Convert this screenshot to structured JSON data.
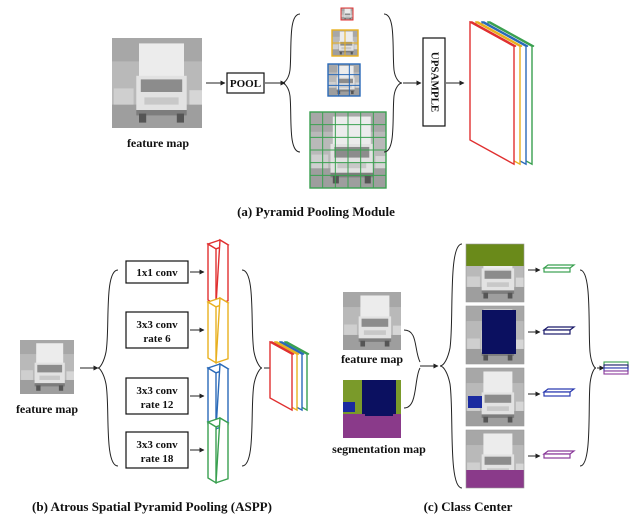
{
  "panel_a": {
    "feature_map_label": "feature map",
    "pool_label": "POOL",
    "upsample_label": "UPSAMPLE",
    "caption": "(a) Pyramid Pooling Module",
    "pool_bins": [
      {
        "grid": 1,
        "color": "#e03030"
      },
      {
        "grid": 2,
        "color": "#e8b020"
      },
      {
        "grid": 3,
        "color": "#2a6ab8"
      },
      {
        "grid": 6,
        "color": "#3aa050"
      }
    ]
  },
  "panel_b": {
    "feature_map_label": "feature map",
    "caption": "(b) Atrous Spatial Pyramid Pooling (ASPP)",
    "branches": [
      {
        "line1": "1x1 conv",
        "line2": "",
        "color": "#e03030"
      },
      {
        "line1": "3x3 conv",
        "line2": "rate 6",
        "color": "#e8b020"
      },
      {
        "line1": "3x3 conv",
        "line2": "rate 12",
        "color": "#2a6ab8"
      },
      {
        "line1": "3x3 conv",
        "line2": "rate 18",
        "color": "#3aa050"
      }
    ]
  },
  "panel_c": {
    "feature_map_label": "feature map",
    "segmentation_label": "segmentation map",
    "caption": "(c) Class Center",
    "class_colors": [
      "#6a8a1a",
      "#0b1060",
      "#1a2aa0",
      "#8a3a8a"
    ],
    "center_colors": [
      "#3aa050",
      "#1a1a6a",
      "#2a3ab0",
      "#8a3a9a"
    ]
  }
}
